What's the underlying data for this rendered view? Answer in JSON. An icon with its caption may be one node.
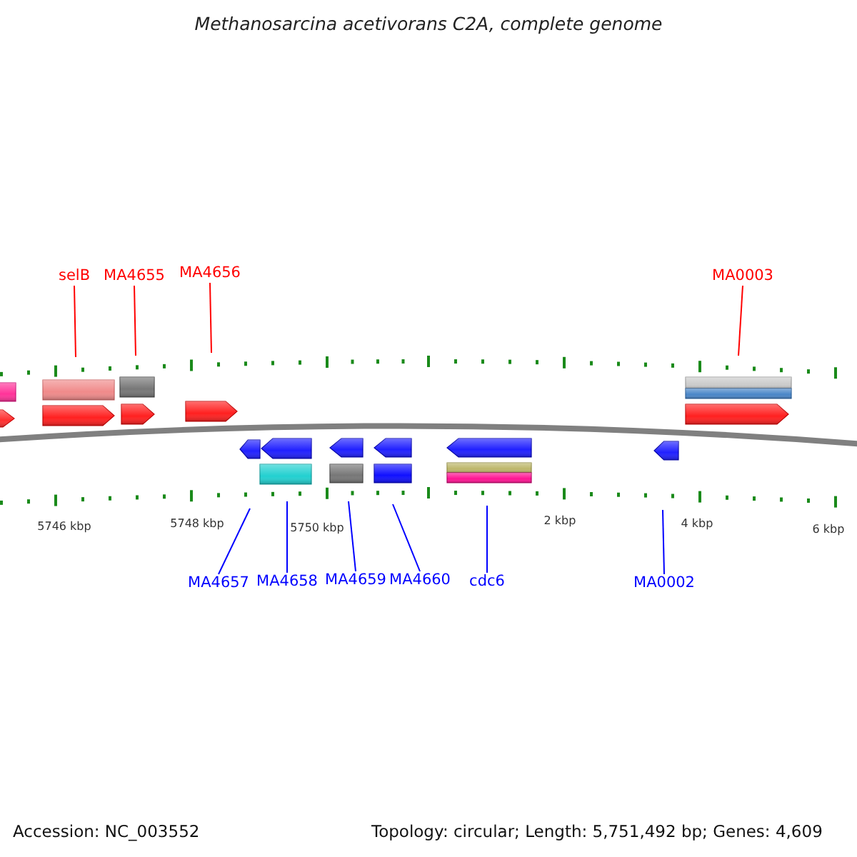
{
  "diagram": {
    "title": "Methanosarcina acetivorans C2A, complete genome",
    "nodes": [
      {
        "text": [
          "selB"
        ]
      },
      {
        "text": [
          "MA4655"
        ]
      },
      {
        "text": [
          "MA4656"
        ]
      },
      {
        "text": [
          "MA0003"
        ]
      },
      {
        "text": [
          "MA4657"
        ]
      },
      {
        "text": [
          "MA4658"
        ]
      },
      {
        "text": [
          "MA4659"
        ]
      },
      {
        "text": [
          "MA4660"
        ]
      },
      {
        "text": [
          "cdc6"
        ]
      },
      {
        "text": [
          "MA0002"
        ]
      }
    ],
    "edges": [
      {
        "from": 0,
        "to": null,
        "arrow": "none",
        "color": "#ff0000"
      },
      {
        "from": 1,
        "to": null,
        "arrow": "none",
        "color": "#ff0000"
      },
      {
        "from": 2,
        "to": null,
        "arrow": "none",
        "color": "#ff0000"
      },
      {
        "from": 3,
        "to": null,
        "arrow": "none",
        "color": "#ff0000"
      },
      {
        "from": 4,
        "to": null,
        "arrow": "none"
      },
      {
        "from": 5,
        "to": null,
        "arrow": "none"
      },
      {
        "from": 6,
        "to": null,
        "arrow": "none"
      },
      {
        "from": 7,
        "to": null,
        "arrow": "none"
      },
      {
        "from": 8,
        "to": null,
        "arrow": "none"
      },
      {
        "from": 9,
        "to": null,
        "arrow": "none"
      }
    ],
    "labels": [
      "5746 kbp",
      "5748 kbp",
      "5750 kbp",
      "2 kbp",
      "4 kbp",
      "6 kbp",
      "Accession: NC_003552",
      "Topology: circular; Length: 5,751,492 bp; Genes: 4,609"
    ]
  }
}
